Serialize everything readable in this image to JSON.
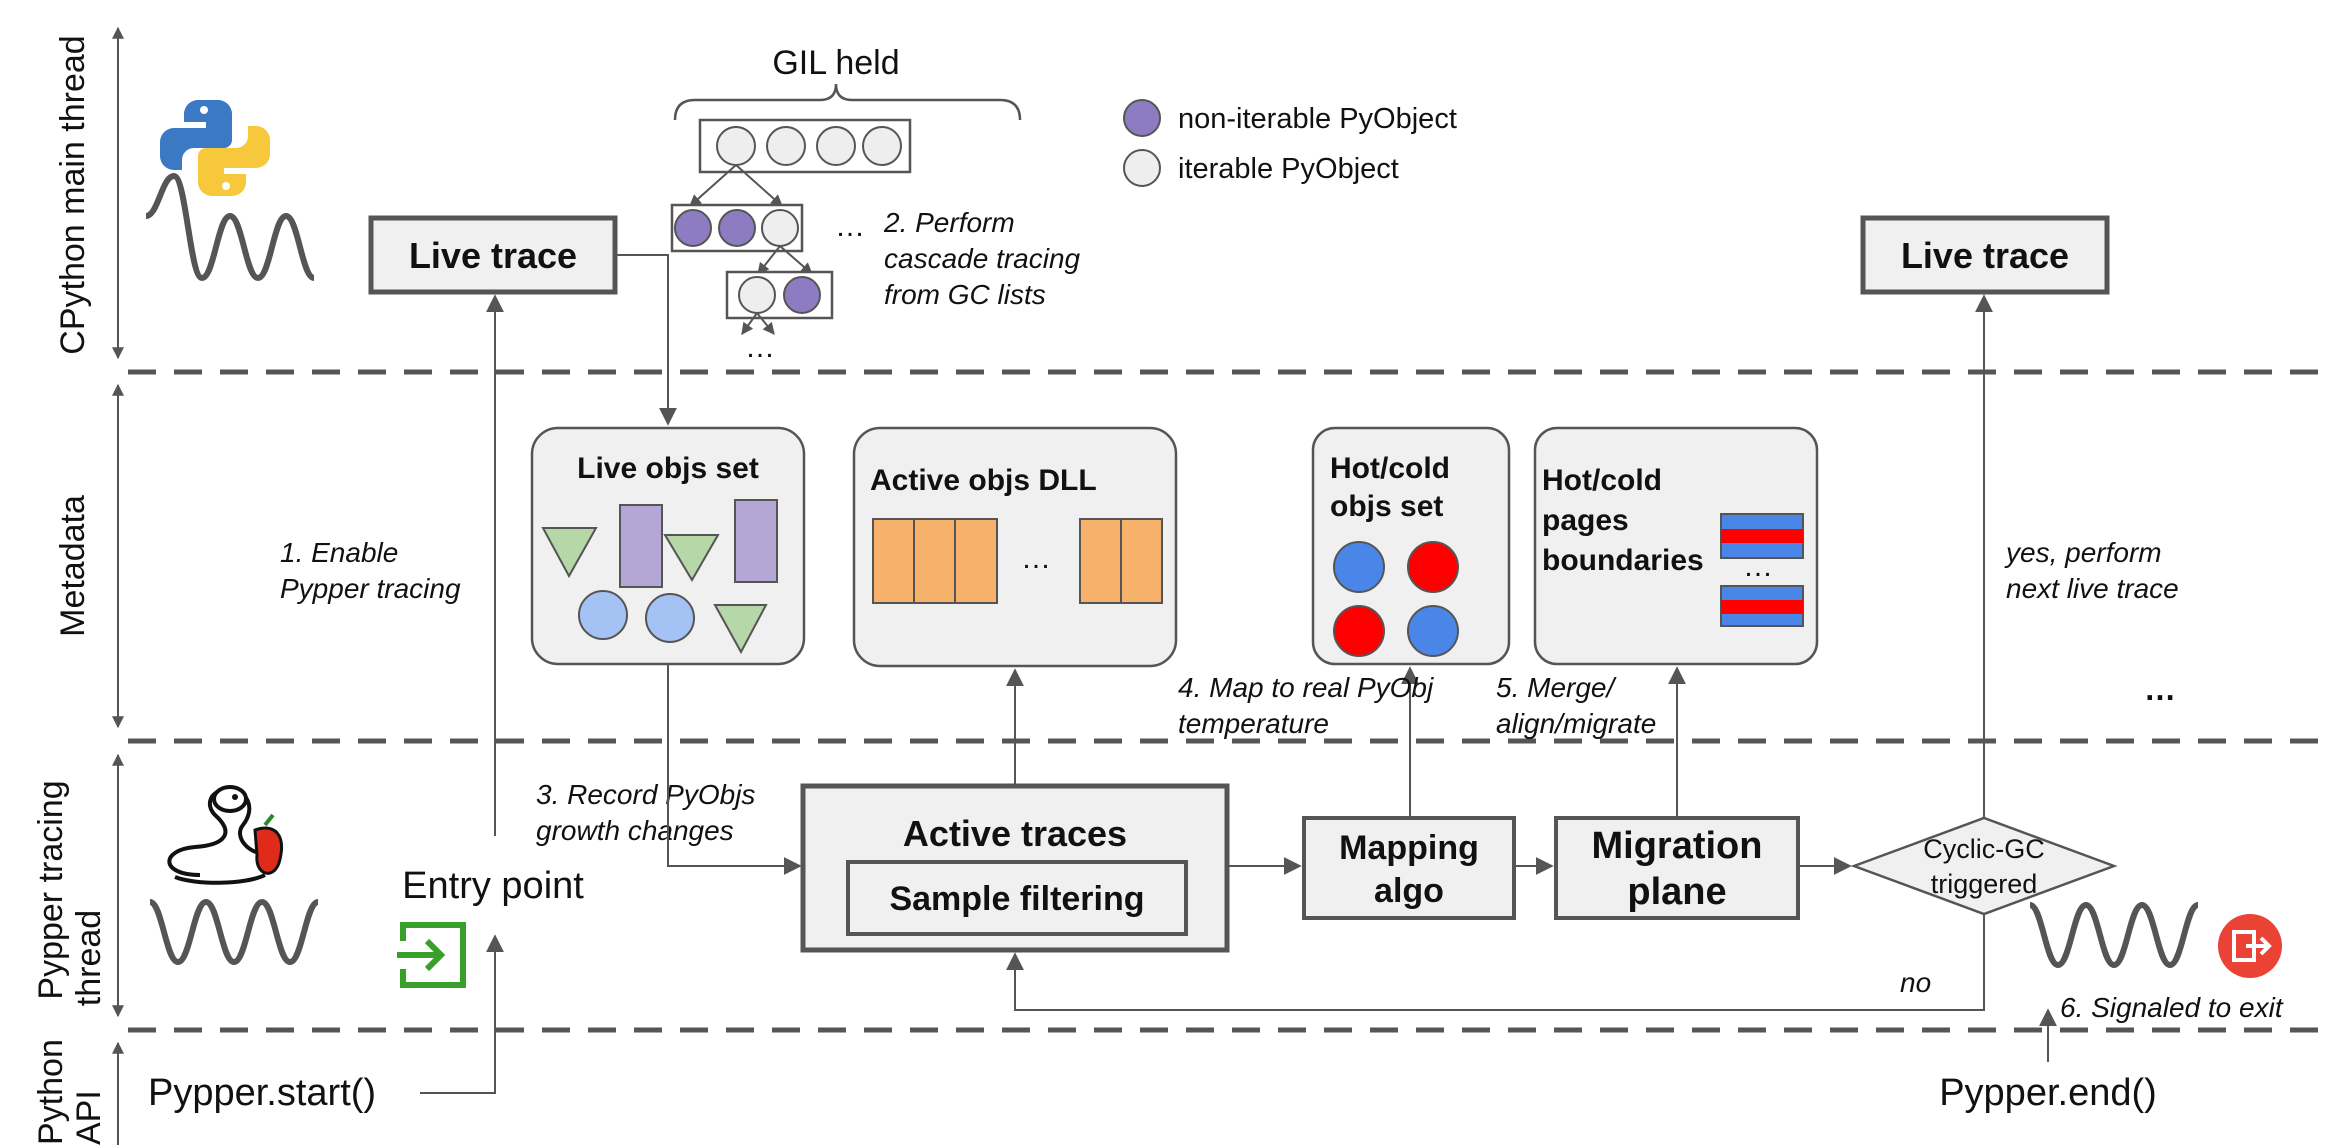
{
  "lanes": {
    "main_thread": "CPython main thread",
    "metadata": "Metadata",
    "tracing_thread_line1": "Pypper tracing",
    "tracing_thread_line2": "thread",
    "python_api_line1": "Python",
    "python_api_line2": "API"
  },
  "legend": {
    "non_iterable": "non-iterable PyObject",
    "iterable": "iterable PyObject"
  },
  "gil": {
    "label": "GIL held",
    "ellipsis_side": "…",
    "ellipsis_bottom": "…"
  },
  "boxes": {
    "live_trace_left": "Live trace",
    "live_trace_right": "Live trace",
    "live_objs_set": "Live objs set",
    "active_objs_dll": "Active objs DLL",
    "dll_ellipsis": "…",
    "hotcold_objs_line1": "Hot/cold",
    "hotcold_objs_line2": "objs set",
    "hotcold_pages_line1": "Hot/cold",
    "hotcold_pages_line2": "pages",
    "hotcold_pages_line3": "boundaries",
    "pages_ellipsis": "…",
    "active_traces": "Active traces",
    "sample_filtering": "Sample filtering",
    "mapping_line1": "Mapping",
    "mapping_line2": "algo",
    "migration_line1": "Migration",
    "migration_line2": "plane",
    "cyclic_line1": "Cyclic-GC",
    "cyclic_line2": "triggered",
    "entry_point": "Entry point",
    "metadata_ellipsis": "…"
  },
  "annotations": {
    "step1_line1": "1. Enable",
    "step1_line2": "Pypper tracing",
    "step2_line1": "2. Perform",
    "step2_line2": "cascade tracing",
    "step2_line3": "from GC lists",
    "step3_line1": "3. Record PyObjs",
    "step3_line2": "growth changes",
    "step4_line1": "4. Map to real PyObj",
    "step4_line2": "temperature",
    "step5_line1": "5. Merge/",
    "step5_line2": "align/migrate",
    "yes_line1": "yes, perform",
    "yes_line2": "next live trace",
    "no": "no",
    "step6": "6. Signaled to exit"
  },
  "api": {
    "start": "Pypper.start()",
    "end": "Pypper.end()"
  },
  "colors": {
    "non_iterable": "#8e7cc3",
    "iterable": "#eeeeee",
    "lavender": "#b4a7d6",
    "light_blue": "#a4c2f4",
    "light_green": "#b6d7a8",
    "orange": "#f6b26b",
    "hot": "#ff0000",
    "cold": "#4a86e8",
    "exit_red": "#ea4335",
    "entry_green": "#38a02a"
  }
}
